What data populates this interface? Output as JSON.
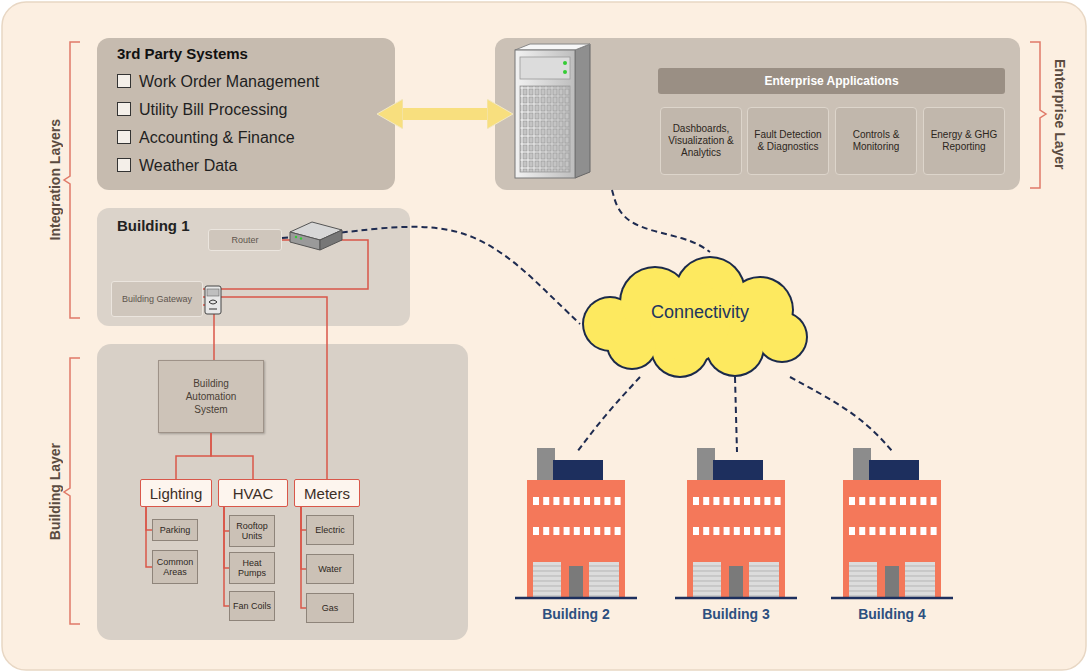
{
  "diagram": {
    "nodes": [
      {
        "text": [
          "3rd Party Systems",
          "Work Order Management",
          "Utility Bill Processing",
          "Accounting & Finance",
          "Weather Data"
        ]
      },
      {
        "text": [
          "Enterprise Layer"
        ]
      },
      {
        "text": [
          "Enterprise Applications"
        ],
        "in": 1
      },
      {
        "text": [
          "Dashboards, Visualization & Analytics"
        ],
        "in": 1
      },
      {
        "text": [
          "Fault Detection & Diagnostics"
        ],
        "in": 1
      },
      {
        "text": [
          "Controls & Monitoring"
        ],
        "in": 1
      },
      {
        "text": [
          "Energy & GHG Reporting"
        ],
        "in": 1
      },
      {
        "text": [
          "Building 1"
        ]
      },
      {
        "text": [
          "Router"
        ],
        "in": 7
      },
      {
        "text": [
          "Building Gateway"
        ],
        "in": 7
      },
      {
        "text": [
          "Building Layer"
        ]
      },
      {
        "text": [
          "Building Automation System"
        ],
        "in": 10
      },
      {
        "text": [
          "Lighting"
        ],
        "in": 10
      },
      {
        "text": [
          "Parking"
        ],
        "in": 10
      },
      {
        "text": [
          "Common Areas"
        ],
        "in": 10
      },
      {
        "text": [
          "HVAC"
        ],
        "in": 10
      },
      {
        "text": [
          "Rooftop Units"
        ],
        "in": 10
      },
      {
        "text": [
          "Heat Pumps"
        ],
        "in": 10
      },
      {
        "text": [
          "Fan Coils"
        ],
        "in": 10
      },
      {
        "text": [
          "Meters"
        ],
        "in": 10
      },
      {
        "text": [
          "Electric"
        ],
        "in": 10
      },
      {
        "text": [
          "Water"
        ],
        "in": 10
      },
      {
        "text": [
          "Gas"
        ],
        "in": 10
      },
      {
        "text": [
          "Connectivity"
        ]
      },
      {
        "text": [
          "Building 2"
        ]
      },
      {
        "text": [
          "Building 3"
        ]
      },
      {
        "text": [
          "Building 4"
        ]
      }
    ],
    "edges": [
      {
        "from": 0,
        "to": 1,
        "arrow": "both"
      },
      {
        "from": 1,
        "to": 23,
        "arrow": "none"
      },
      {
        "from": 8,
        "to": 23,
        "arrow": "none"
      },
      {
        "from": 23,
        "to": 24,
        "arrow": "none"
      },
      {
        "from": 23,
        "to": 25,
        "arrow": "none"
      },
      {
        "from": 23,
        "to": 26,
        "arrow": "none"
      },
      {
        "from": 9,
        "to": 8,
        "arrow": "none"
      },
      {
        "from": 9,
        "to": 11,
        "arrow": "none"
      },
      {
        "from": 9,
        "to": 19,
        "arrow": "none"
      },
      {
        "from": 11,
        "to": 12,
        "arrow": "none"
      },
      {
        "from": 11,
        "to": 15,
        "arrow": "none"
      },
      {
        "from": 12,
        "to": 13,
        "arrow": "none"
      },
      {
        "from": 12,
        "to": 14,
        "arrow": "none"
      },
      {
        "from": 15,
        "to": 16,
        "arrow": "none"
      },
      {
        "from": 15,
        "to": 17,
        "arrow": "none"
      },
      {
        "from": 15,
        "to": 18,
        "arrow": "none"
      },
      {
        "from": 19,
        "to": 20,
        "arrow": "none"
      },
      {
        "from": 19,
        "to": 21,
        "arrow": "none"
      },
      {
        "from": 19,
        "to": 22,
        "arrow": "none"
      }
    ],
    "labels": [
      "Integration Layers"
    ]
  }
}
